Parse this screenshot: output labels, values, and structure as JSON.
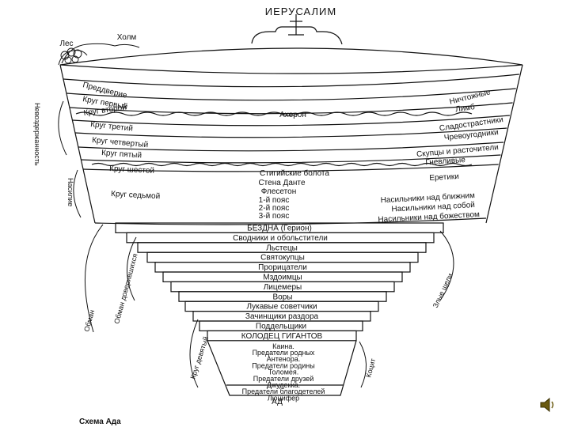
{
  "title": "ИЕРУСАЛИМ",
  "top_left": {
    "forest": "Лес",
    "hill": "Холм"
  },
  "left_bands": [
    "Преддверие",
    "Круг первый",
    "Круг второй",
    "Круг третий",
    "Круг четвертый",
    "Круг пятый",
    "Круг шестой",
    "Круг седьмой"
  ],
  "center_labels": {
    "acheron": "Ахерон",
    "styx": "Стигийские болота",
    "dis": "Стена Дантe",
    "phlegethon": "Флесетон",
    "belt1": "1-й пояс",
    "belt2": "2-й пояс",
    "belt3": "3-й пояс"
  },
  "right_labels": [
    "Ничтожные",
    "Лимб",
    "Сладострастники",
    "Чревоугодники",
    "Скупцы и расточители",
    "Гневливые",
    "Еретики",
    "Насильники над ближним",
    "Насильники над собой",
    "Насильники над божеством"
  ],
  "malebolge": [
    "БЕЗДНА (Герион)",
    "Сводники и обольстители",
    "Льстецы",
    "Святокупцы",
    "Прорицатели",
    "Мздоимцы",
    "Лицемеры",
    "Воры",
    "Лукавые советчики",
    "Зачинщики раздора",
    "Поддельщики",
    "КОЛОДЕЦ  ГИГАНТОВ"
  ],
  "cocytus": [
    "Каина.",
    "Предатели родных",
    "Антенора.",
    "Предатели родины",
    "Толомея.",
    "Предатели друзей",
    "Джудекка.",
    "Предатели благодетелей",
    "Люцифер"
  ],
  "bottom": "АД",
  "side_labels": {
    "incontinence": "Невоздержанность",
    "violence": "Насилие",
    "fraud_trusting": "Обман доверившихся",
    "fraud": "Обман",
    "circle_ninth": "Круг девятый",
    "evil_pits": "Злые щели",
    "cocytus": "Коцит"
  },
  "caption": "Схема Ада"
}
